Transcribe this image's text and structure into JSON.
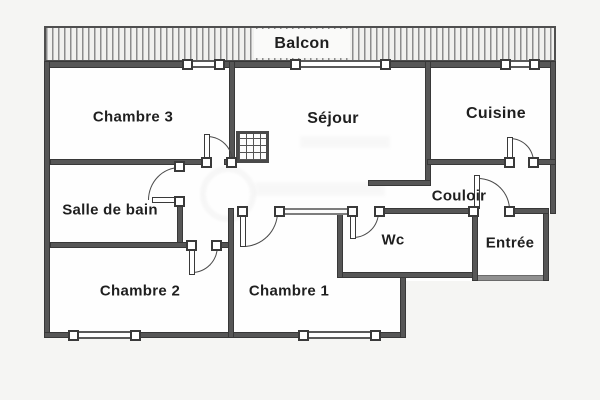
{
  "plan": {
    "balcony_label": "Balcon",
    "rooms": {
      "chambre3": {
        "label": "Chambre 3"
      },
      "sejour": {
        "label": "Séjour"
      },
      "cuisine": {
        "label": "Cuisine"
      },
      "salle_de_bain": {
        "label": "Salle de bain"
      },
      "couloir": {
        "label": "Couloir"
      },
      "wc": {
        "label": "Wc"
      },
      "entree": {
        "label": "Entrée"
      },
      "chambre2": {
        "label": "Chambre 2"
      },
      "chambre1": {
        "label": "Chambre 1"
      }
    },
    "colors": {
      "background": "#f5f5f3",
      "room_fill": "#fefefe",
      "wall": "#565656",
      "wall_light": "#909090",
      "text": "#1f1f1f",
      "hatch": "#8c8c8c"
    }
  }
}
